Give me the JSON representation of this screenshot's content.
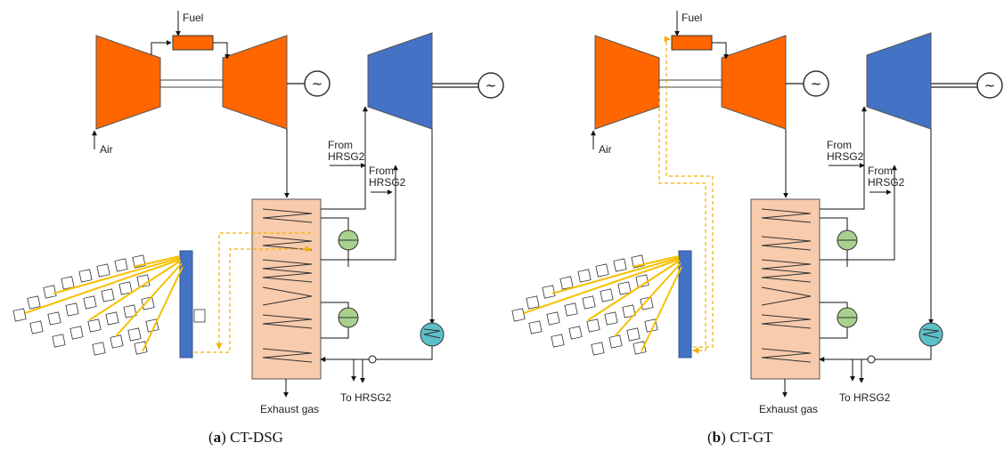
{
  "panels": [
    {
      "labels": {
        "fuel": "Fuel",
        "air": "Air",
        "from_hrsg2_a": "From HRSG2",
        "from_hrsg2_b": "From HRSG2",
        "exhaust": "Exhaust gas",
        "to_hrsg2": "To HRSG2"
      },
      "caption": {
        "letter": "a",
        "text": " CT-DSG"
      }
    },
    {
      "labels": {
        "fuel": "Fuel",
        "air": "Air",
        "from_hrsg2_a": "From HRSG2",
        "from_hrsg2_b": "From HRSG2",
        "exhaust": "Exhaust gas",
        "to_hrsg2": "To HRSG2"
      },
      "caption": {
        "letter": "b",
        "text": " CT-GT"
      }
    }
  ],
  "generator_symbol": "~",
  "colors": {
    "gas_turbine": "#ff6600",
    "steam_turbine": "#4472c4",
    "hrsg_fill": "#f8cbad",
    "drum_fill": "#a9d18e",
    "solar_line": "#ffc000",
    "receiver": "#4472c4",
    "condenser": "#5bc0c8"
  }
}
